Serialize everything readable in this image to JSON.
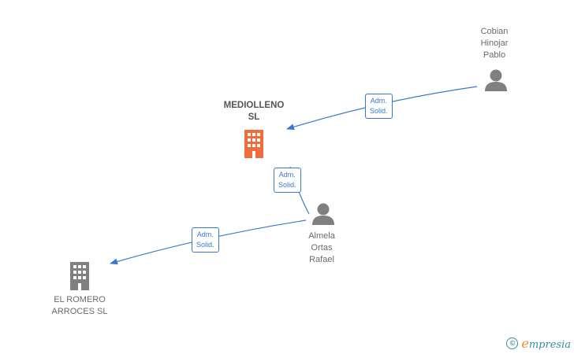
{
  "nodes": {
    "mediolleno": {
      "label": "MEDIOLLENO\nSL",
      "color": "#f26b3a"
    },
    "el_romero": {
      "label": "EL ROMERO\nARROCES  SL",
      "color": "#808080"
    },
    "cobian": {
      "label": "Cobian\nHinojar\nPablo",
      "color": "#808080"
    },
    "almela": {
      "label": "Almela\nOrtas\nRafael",
      "color": "#808080"
    }
  },
  "edges": [
    {
      "from": "cobian",
      "to": "mediolleno",
      "label": "Adm.\nSolid."
    },
    {
      "from": "almela",
      "to": "mediolleno",
      "label": "Adm.\nSolid."
    },
    {
      "from": "almela",
      "to": "el_romero",
      "label": "Adm.\nSolid."
    }
  ],
  "colors": {
    "edge": "#3a78c9"
  },
  "footer": {
    "copyright_symbol": "©",
    "brand_first": "e",
    "brand_rest": "mpresia"
  }
}
